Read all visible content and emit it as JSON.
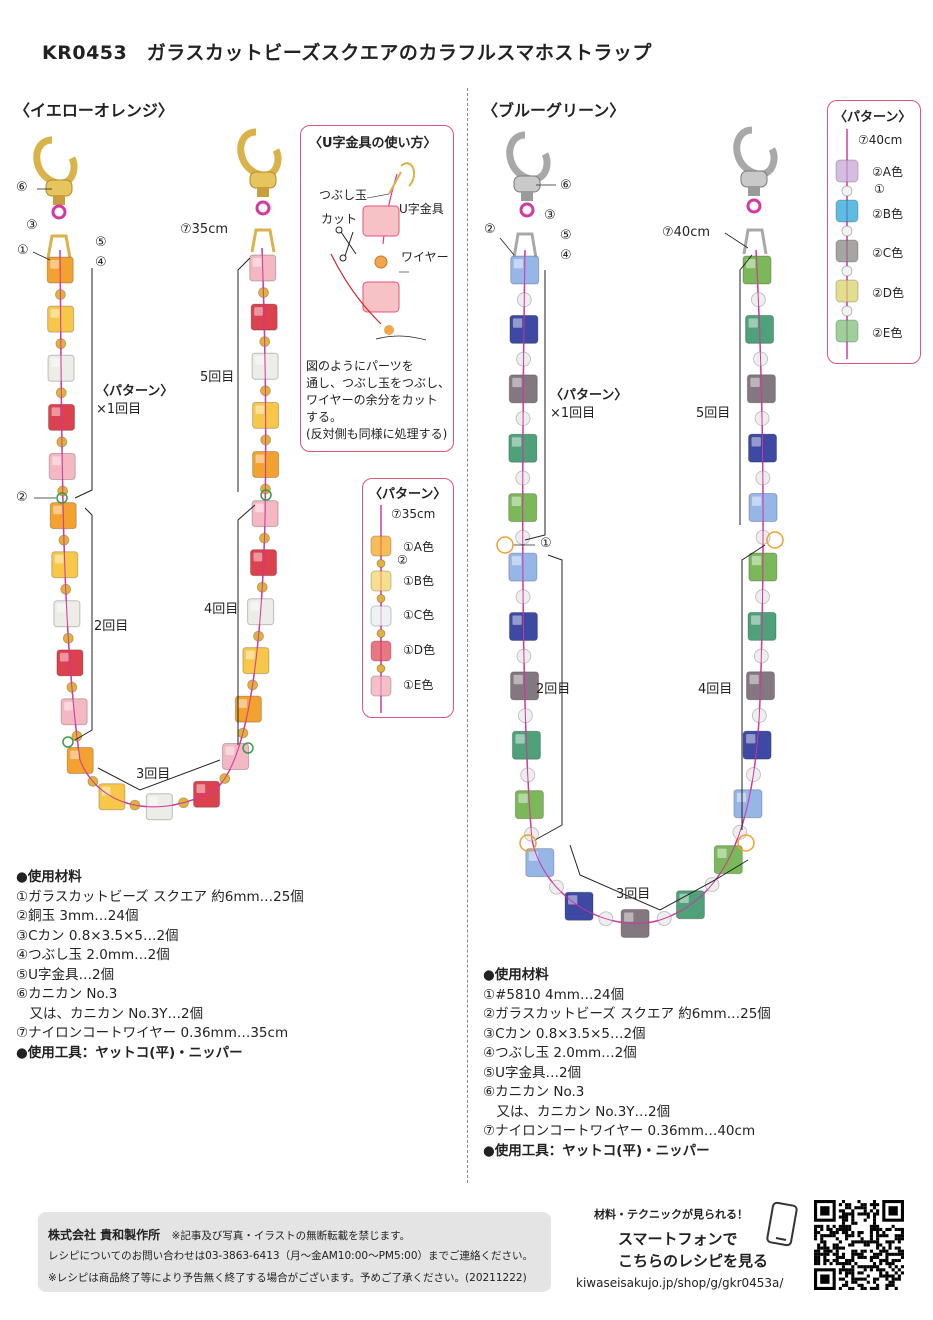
{
  "title": "KR0453　ガラスカットビーズスクエアのカラフルスマホストラップ",
  "left": {
    "section_title": "〈イエローオレンジ〉",
    "callouts": {
      "c6": "⑥",
      "c3": "③",
      "c1": "①",
      "c5": "⑤",
      "c4": "④",
      "c2": "②",
      "wire": "⑦35cm"
    },
    "pattern_label": "〈パターン〉",
    "pattern_times": "×1回目",
    "rep2": "2回目",
    "rep3": "3回目",
    "rep4": "4回目",
    "rep5": "5回目",
    "pattern_box": {
      "title": "〈パターン〉",
      "wire": "⑦35cm",
      "spacer": "②",
      "items": [
        "①A色",
        "①B色",
        "①C色",
        "①D色",
        "①E色"
      ],
      "colors": [
        "#f5a623",
        "#f6d56a",
        "#e8eef2",
        "#e04a5a",
        "#f2aab8"
      ]
    },
    "materials_header": "●使用材料",
    "materials": [
      "①ガラスカットビーズ スクエア 約6mm…25個",
      "②銅玉 3mm…24個",
      "③Cカン 0.8×3.5×5…2個",
      "④つぶし玉 2.0mm…2個",
      "⑤U字金具…2個",
      "⑥カニカン No.3",
      "　又は、カニカン No.3Y…2個",
      "⑦ナイロンコートワイヤー 0.36mm…35cm"
    ],
    "tools": "●使用工具：ヤットコ(平)・ニッパー",
    "bead_colors": [
      "#f39a1e",
      "#f6c33a",
      "#ecece6",
      "#d8323e",
      "#f3b3bd"
    ],
    "spacer_color": "#e2b13c"
  },
  "howto": {
    "title": "〈U字金具の使い方〉",
    "crimp": "つぶし玉",
    "cut": "カット",
    "ubar": "U字金具",
    "wire": "ワイヤー",
    "text": [
      "図のようにパーツを",
      "通し、つぶし玉をつぶし、",
      "ワイヤーの余分をカット",
      "する。",
      "(反対側も同様に処理する)"
    ]
  },
  "right": {
    "section_title": "〈ブルーグリーン〉",
    "callouts": {
      "c6": "⑥",
      "c3": "③",
      "c2": "②",
      "c5": "⑤",
      "c4": "④",
      "c1": "①",
      "wire": "⑦40cm"
    },
    "pattern_label": "〈パターン〉",
    "pattern_times": "×1回目",
    "rep2": "2回目",
    "rep3": "3回目",
    "rep4": "4回目",
    "rep5": "5回目",
    "pattern_box": {
      "title": "〈パターン〉",
      "wire": "⑦40cm",
      "spacer": "①",
      "items": [
        "②A色",
        "②B色",
        "②C色",
        "②D色",
        "②E色"
      ],
      "colors": [
        "#c8a7d8",
        "#2aa6d8",
        "#8a8686",
        "#d9d46a",
        "#7fbf7a"
      ]
    },
    "materials_header": "●使用材料",
    "materials": [
      "①#5810 4mm…24個",
      "②ガラスカットビーズ スクエア 約6mm…25個",
      "③Cカン 0.8×3.5×5…2個",
      "④つぶし玉 2.0mm…2個",
      "⑤U字金具…2個",
      "⑥カニカン No.3",
      "　又は、カニカン No.3Y…2個",
      "⑦ナイロンコートワイヤー 0.36mm…40cm"
    ],
    "tools": "●使用工具：ヤットコ(平)・ニッパー",
    "bead_colors": [
      "#8eb0e6",
      "#2d3a9c",
      "#7a6d76",
      "#3f9a6e",
      "#6fb34d"
    ],
    "spacer_color": "#eeeeee"
  },
  "footer": {
    "company": "株式会社 貴和製作所",
    "notice": "※記事及び写真・イラストの無断転載を禁じます。",
    "contact": "レシピについてのお問い合わせは03-3863-6413（月〜金AM10:00〜PM5:00）までご連絡ください。",
    "end": "※レシピは商品終了等により予告無く終了する場合がございます。予めご了承ください。(20211222)",
    "promo_small": "材料・テクニックが見られる！",
    "promo_big1": "スマートフォンで",
    "promo_big2": "こちらのレシピを見る",
    "url": "kiwaseisakujo.jp/shop/g/gkr0453a/"
  },
  "colors": {
    "accent": "#e2547a",
    "wire": "#d23aa0",
    "gold": "#d9b24a",
    "silver": "#a8a8a8"
  }
}
